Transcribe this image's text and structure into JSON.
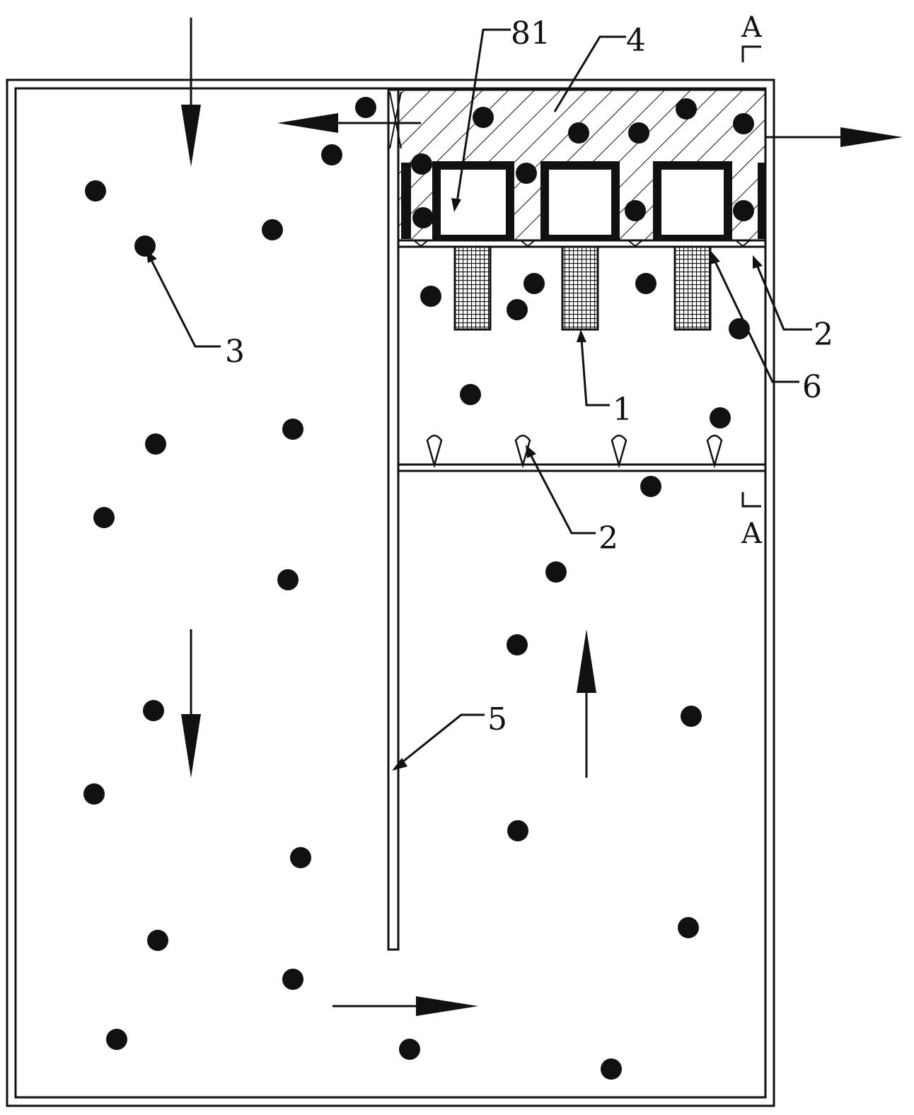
{
  "labels": {
    "label_81": "81",
    "label_4": "4",
    "label_3": "3",
    "label_1": "1",
    "label_2_right": "2",
    "label_6": "6",
    "label_2_mid": "2",
    "label_5": "5",
    "section_top": "A",
    "section_bottom": "A"
  },
  "colors": {
    "ink": "#111111",
    "background": "#ffffff"
  }
}
